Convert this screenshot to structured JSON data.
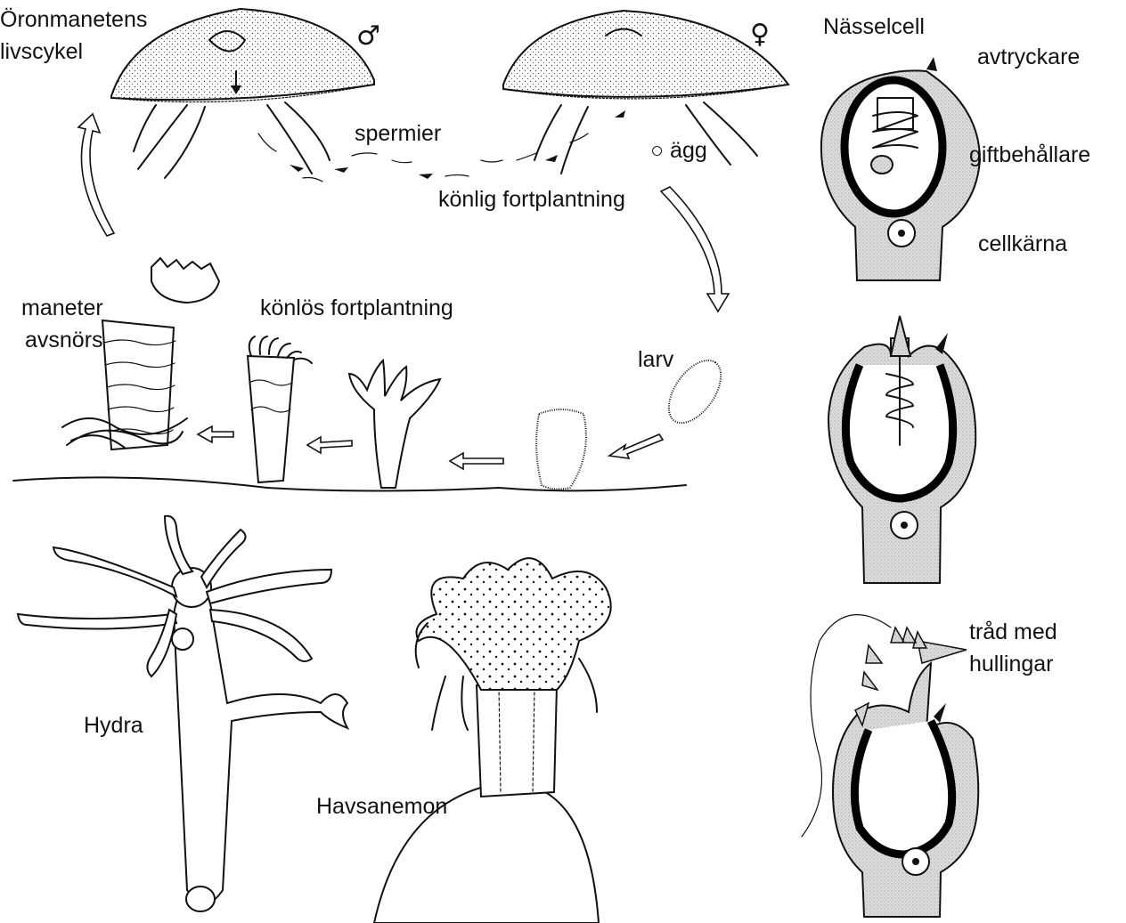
{
  "title": "Öronmanetens livscykel",
  "title_lines": [
    "Öronmanetens",
    "livscykel"
  ],
  "symbols": {
    "male": "♂",
    "female": "♀"
  },
  "life_cycle_labels": {
    "sperm": "spermier",
    "egg": "○ ägg",
    "sexual": "könlig fortplantning",
    "asexual": "könlös fortplantning",
    "larva": "larv",
    "budding_line1": "maneter",
    "budding_line2": "avsnörs"
  },
  "organisms": {
    "hydra": "Hydra",
    "anemone": "Havsanemon"
  },
  "nematocyst": {
    "title": "Nässelcell",
    "trigger": "avtryckare",
    "venom_sac": "giftbehållare",
    "nucleus": "cellkärna",
    "thread_line1": "tråd med",
    "thread_line2": "hullingar"
  }
}
